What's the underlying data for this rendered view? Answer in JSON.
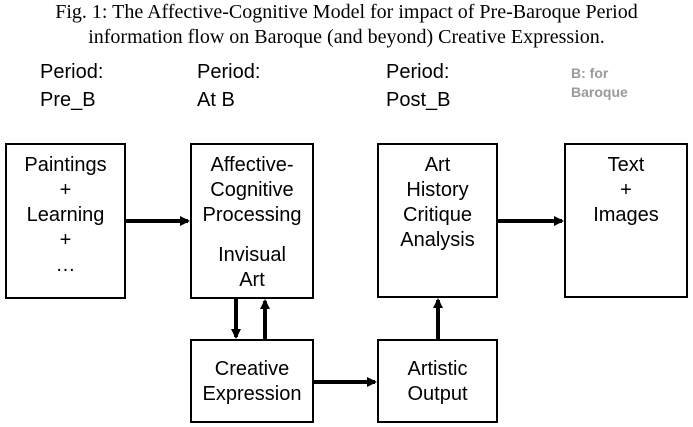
{
  "caption": {
    "line1": "Fig. 1: The Affective-Cognitive Model for impact of Pre-Baroque Period",
    "line2": "information flow on Baroque (and beyond) Creative Expression."
  },
  "periods": [
    {
      "label": "Period:",
      "value": "Pre_B"
    },
    {
      "label": "Period:",
      "value": "At B"
    },
    {
      "label": "Period:",
      "value": "Post_B"
    }
  ],
  "note": {
    "line1": "B: for",
    "line2": "Baroque"
  },
  "boxes": {
    "input": [
      "Paintings",
      "+",
      "Learning",
      "+",
      "…"
    ],
    "processing": [
      "Affective-",
      "Cognitive",
      "Processing"
    ],
    "processing_sub": [
      "Invisual",
      "Art"
    ],
    "creative": [
      "Creative",
      "Expression"
    ],
    "output": [
      "Artistic",
      "Output"
    ],
    "critique": [
      "Art",
      "History",
      "Critique",
      "Analysis"
    ],
    "result": [
      "Text",
      "+",
      "Images"
    ]
  },
  "colors": {
    "note": "#9a9a9a",
    "line": "#000000"
  }
}
